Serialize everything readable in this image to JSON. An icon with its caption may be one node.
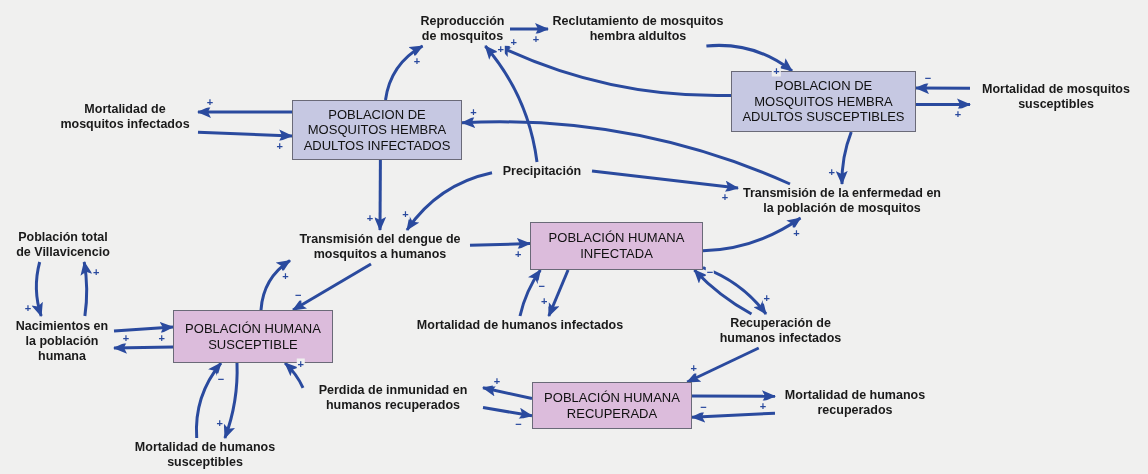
{
  "diagram": {
    "nodes": [
      {
        "text": [
          "Reproducción de mosquitos"
        ]
      },
      {
        "text": [
          "Reclutamiento de mosquitos hembra aldultos"
        ]
      },
      {
        "text": [
          "POBLACION DE MOSQUITOS HEMBRA ADULTOS SUSCEPTIBLES"
        ]
      },
      {
        "text": [
          "Mortalidad de mosquitos susceptibles"
        ]
      },
      {
        "text": [
          "Mortalidad de mosquitos infectados"
        ]
      },
      {
        "text": [
          "POBLACION DE MOSQUITOS HEMBRA ADULTOS INFECTADOS"
        ]
      },
      {
        "text": [
          "Precipitación"
        ]
      },
      {
        "text": [
          "Transmisión de la enfermedad en la población de mosquitos"
        ]
      },
      {
        "text": [
          "Población total de Villavicencio"
        ]
      },
      {
        "text": [
          "Transmisión del dengue de mosquitos a humanos"
        ]
      },
      {
        "text": [
          "POBLACIÓN HUMANA INFECTADA"
        ]
      },
      {
        "text": [
          "Nacimientos en la población humana"
        ]
      },
      {
        "text": [
          "POBLACIÓN HUMANA SUSCEPTIBLE"
        ]
      },
      {
        "text": [
          "Mortalidad de humanos infectados"
        ]
      },
      {
        "text": [
          "Recuperación de humanos infectados"
        ]
      },
      {
        "text": [
          "Perdida de inmunidad en humanos recuperados"
        ]
      },
      {
        "text": [
          "POBLACIÓN HUMANA RECUPERADA"
        ]
      },
      {
        "text": [
          "Mortalidad de humanos recuperados"
        ]
      },
      {
        "text": [
          "Mortalidad de humanos susceptibles"
        ]
      }
    ],
    "edges": [
      {
        "from": 5,
        "to": 0,
        "arrow": "to",
        "label": "+"
      },
      {
        "from": 0,
        "to": 1,
        "arrow": "to",
        "label": "+"
      },
      {
        "from": 1,
        "to": 2,
        "arrow": "to",
        "label": "+"
      },
      {
        "from": 2,
        "to": 0,
        "arrow": "to",
        "label": "+"
      },
      {
        "from": 6,
        "to": 0,
        "arrow": "to",
        "label": "+"
      },
      {
        "from": 3,
        "to": 2,
        "arrow": "to",
        "label": "−"
      },
      {
        "from": 2,
        "to": 3,
        "arrow": "to",
        "label": "+"
      },
      {
        "from": 5,
        "to": 4,
        "arrow": "to",
        "label": "+"
      },
      {
        "from": 4,
        "to": 5,
        "arrow": "to",
        "label": "+"
      },
      {
        "from": 7,
        "to": 5,
        "arrow": "to",
        "label": "+"
      },
      {
        "from": 2,
        "to": 7,
        "arrow": "to",
        "label": "+"
      },
      {
        "from": 6,
        "to": 7,
        "arrow": "to",
        "label": "+"
      },
      {
        "from": 5,
        "to": 9,
        "arrow": "to",
        "label": "+"
      },
      {
        "from": 6,
        "to": 9,
        "arrow": "to",
        "label": "+"
      },
      {
        "from": 9,
        "to": 10,
        "arrow": "to",
        "label": "+"
      },
      {
        "from": 10,
        "to": 7,
        "arrow": "to",
        "label": "+"
      },
      {
        "from": 10,
        "to": 13,
        "arrow": "to",
        "label": "+"
      },
      {
        "from": 13,
        "to": 10,
        "arrow": "to",
        "label": "−"
      },
      {
        "from": 10,
        "to": 14,
        "arrow": "to",
        "label": "+"
      },
      {
        "from": 14,
        "to": 10,
        "arrow": "to",
        "label": "−"
      },
      {
        "from": 14,
        "to": 16,
        "arrow": "to",
        "label": "+"
      },
      {
        "from": 16,
        "to": 15,
        "arrow": "to",
        "label": "+"
      },
      {
        "from": 15,
        "to": 16,
        "arrow": "to",
        "label": "−"
      },
      {
        "from": 16,
        "to": 17,
        "arrow": "to",
        "label": "+"
      },
      {
        "from": 17,
        "to": 16,
        "arrow": "to",
        "label": "−"
      },
      {
        "from": 12,
        "to": 9,
        "arrow": "to",
        "label": "+"
      },
      {
        "from": 9,
        "to": 12,
        "arrow": "to",
        "label": "−"
      },
      {
        "from": 8,
        "to": 11,
        "arrow": "to",
        "label": "+"
      },
      {
        "from": 11,
        "to": 8,
        "arrow": "to",
        "label": "+"
      },
      {
        "from": 11,
        "to": 12,
        "arrow": "to",
        "label": "+"
      },
      {
        "from": 12,
        "to": 11,
        "arrow": "to",
        "label": "+"
      },
      {
        "from": 18,
        "to": 12,
        "arrow": "to",
        "label": "−"
      },
      {
        "from": 12,
        "to": 18,
        "arrow": "to",
        "label": "+"
      },
      {
        "from": 15,
        "to": 12,
        "arrow": "to",
        "label": "+"
      }
    ]
  }
}
